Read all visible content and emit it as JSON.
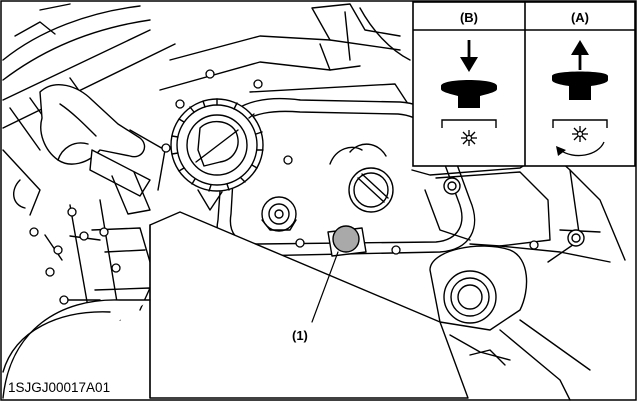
{
  "figure": {
    "code": "1SJGJ00017A01",
    "callout_1": "(1)"
  },
  "inset": {
    "panel_b": {
      "label": "(B)"
    },
    "panel_a": {
      "label": "(A)"
    }
  },
  "colors": {
    "line": "#000000",
    "background": "#ffffff",
    "part_fill": "#a9a9a9"
  }
}
